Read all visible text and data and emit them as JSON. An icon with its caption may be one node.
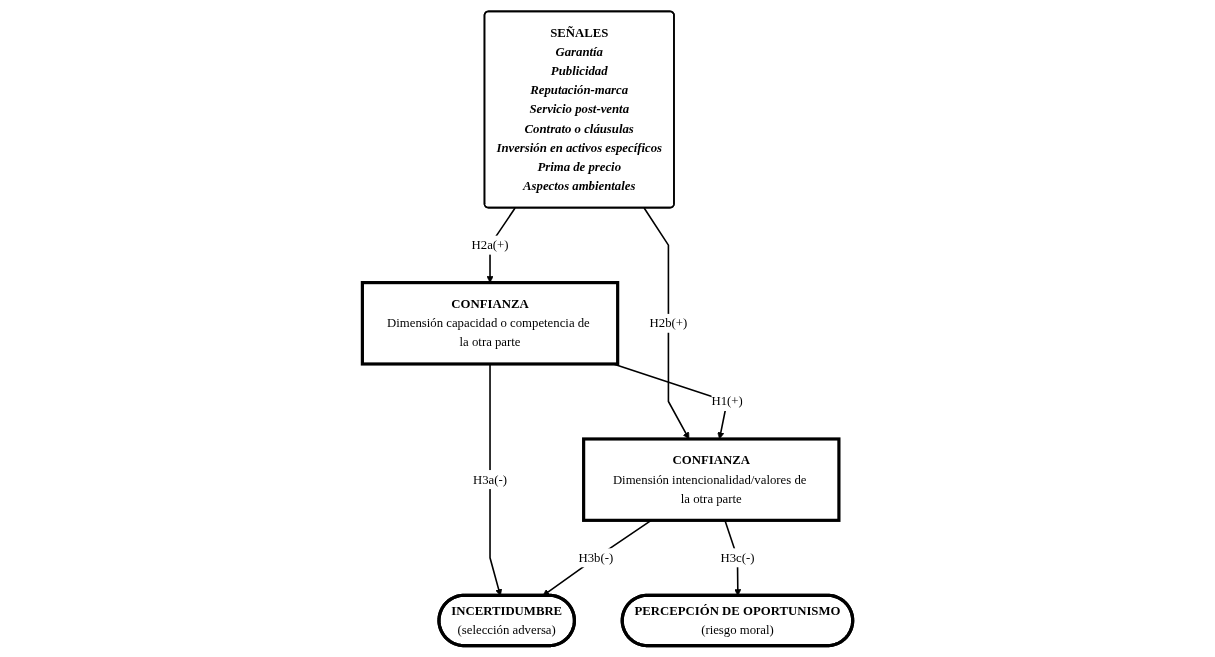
{
  "diagram": {
    "nodes": [
      {
        "text": [
          "SEÑALES",
          "Garantía",
          "Publicidad",
          "Reputación-marca",
          "Servicio post-venta",
          "Contrato o cláusulas",
          "Inversión en activos específicos",
          "Prima de precio",
          "Aspectos ambientales"
        ]
      },
      {
        "text": [
          "CONFIANZA",
          "Dimensión capacidad o competencia de la otra parte"
        ]
      },
      {
        "text": [
          "CONFIANZA",
          "Dimensión intencionalidad/valores de la otra parte"
        ]
      },
      {
        "text": [
          "INCERTIDUMBRE",
          "(selección adversa)"
        ]
      },
      {
        "text": [
          "PERCEPCIÓN DE OPORTUNISMO",
          "(riesgo moral)"
        ]
      }
    ],
    "edges": [
      {
        "from": 0,
        "to": 1,
        "arrow": "to",
        "label": "H2a(+)"
      },
      {
        "from": 0,
        "to": 2,
        "arrow": "to",
        "label": "H2b(+)"
      },
      {
        "from": 1,
        "to": 2,
        "arrow": "to",
        "label": "H1(+)"
      },
      {
        "from": 1,
        "to": 3,
        "arrow": "to",
        "label": "H3a(-)"
      },
      {
        "from": 2,
        "to": 3,
        "arrow": "to",
        "label": "H3b(-)"
      },
      {
        "from": 2,
        "to": 4,
        "arrow": "to",
        "label": "H3c(-)"
      }
    ]
  }
}
